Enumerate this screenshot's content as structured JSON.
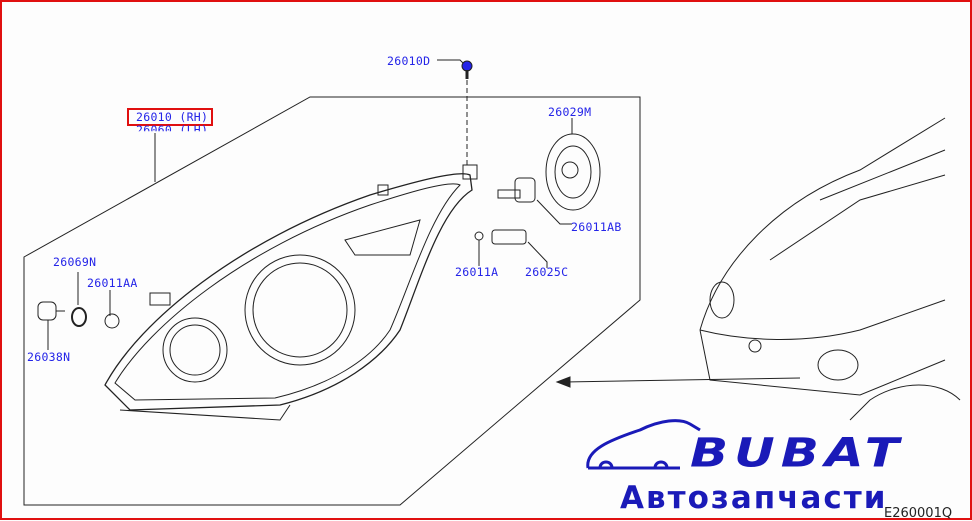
{
  "labels": {
    "bolt": "26010D",
    "rh": "26010 (RH)",
    "lh": "26060 (LH)",
    "socket_cover": "26029M",
    "bulb_main": "26011AB",
    "bulb_small": "26011A",
    "socket_small": "26025C",
    "gasket": "26069N",
    "bulb_side": "26011AA",
    "socket_side": "26038N"
  },
  "logo": {
    "brand": "BUBAT",
    "subtitle": "Автозапчасти"
  },
  "diagram_code": "E260001Q",
  "colors": {
    "label": "#2424e8",
    "highlight": "#e01010",
    "logo": "#1a1ab8"
  }
}
